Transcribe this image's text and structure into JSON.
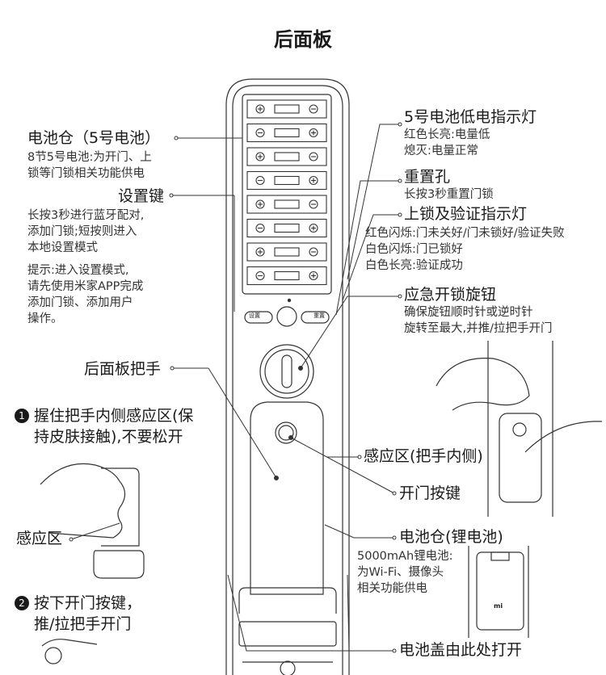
{
  "title": "后面板",
  "battery_bay": {
    "label": "电池仓（5号电池）",
    "desc": [
      "8节5号电池:为开门、上",
      "锁等门锁相关功能供电"
    ]
  },
  "settings_key": {
    "label": "设置键",
    "desc": [
      "长按3秒进行蓝牙配对,",
      "添加门锁;短按则进入",
      "本地设置模式"
    ],
    "tip": [
      "提示:进入设置模式,",
      "请先使用米家APP完成",
      "添加门锁、添加用户",
      "操作。"
    ]
  },
  "rear_handle": {
    "label": "后面板把手"
  },
  "step1": {
    "num": "1",
    "lines": [
      "握住把手内侧感应区(保",
      "持皮肤接触),不要松开"
    ]
  },
  "sensing_small": {
    "label": "感应区"
  },
  "step2": {
    "num": "2",
    "lines": [
      "按下开门按键，",
      "推/拉把手开门"
    ]
  },
  "low_battery": {
    "label": "5号电池低电指示灯",
    "desc": [
      "红色长亮:电量低",
      "熄灭:电量正常"
    ]
  },
  "reset": {
    "label": "重置孔",
    "desc": [
      "长按3秒重置门锁"
    ]
  },
  "lock_indicator": {
    "label": "上锁及验证指示灯",
    "desc": [
      "红色闪烁:门未关好/门未锁好/验证失败",
      "白色闪烁:门已锁好",
      "白色长亮:验证成功"
    ]
  },
  "emergency_knob": {
    "label": "应急开锁旋钮",
    "desc": [
      "确保旋钮顺时针或逆时针",
      "旋转至最大,并推/拉把手开门"
    ]
  },
  "sensing_zone": {
    "label": "感应区(把手内侧)"
  },
  "open_button": {
    "label": "开门按键"
  },
  "lithium_bay": {
    "label": "电池仓(锂电池)",
    "desc": [
      "5000mAh锂电池:",
      "为Wi-Fi、摄像头",
      "相关功能供电"
    ]
  },
  "cover": {
    "label": "电池盖由此处打开"
  },
  "panel_buttons": {
    "settings": "设置",
    "reset": "重置"
  },
  "lithium_logo": "mi"
}
